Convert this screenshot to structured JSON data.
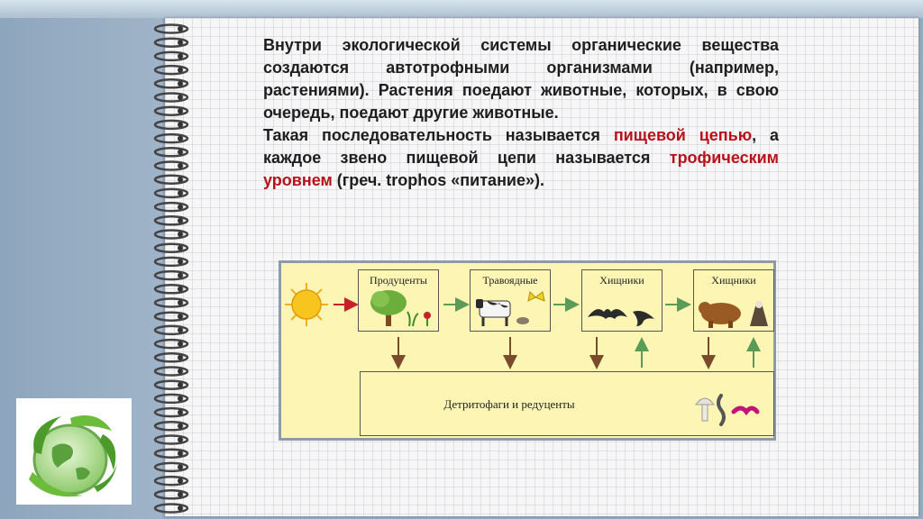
{
  "text": {
    "p1": "Внутри экологической системы органические вещества создаются автотрофными организмами (например, растениями). Растения поедают животные, которых, в свою очередь, поедают другие животные.",
    "p2_a": "Такая последовательность называется ",
    "p2_hl1": "пищевой цепью",
    "p2_b": ", а каждое звено пищевой цепи называется ",
    "p2_hl2": "трофическим уровнем",
    "p2_c": " (греч. trophos «питание»)."
  },
  "diagram": {
    "levels": [
      {
        "label": "Продуценты"
      },
      {
        "label": "Травоядные"
      },
      {
        "label": "Хищники"
      },
      {
        "label": "Хищники"
      }
    ],
    "bottom_label": "Детритофаги и редуценты"
  },
  "colors": {
    "highlight": "#b8111b",
    "diagram_bg": "#fdf5b4",
    "arrow_down": "#7a4b2a",
    "arrow_up": "#5b9a57",
    "arrow_sun": "#c8202b"
  }
}
